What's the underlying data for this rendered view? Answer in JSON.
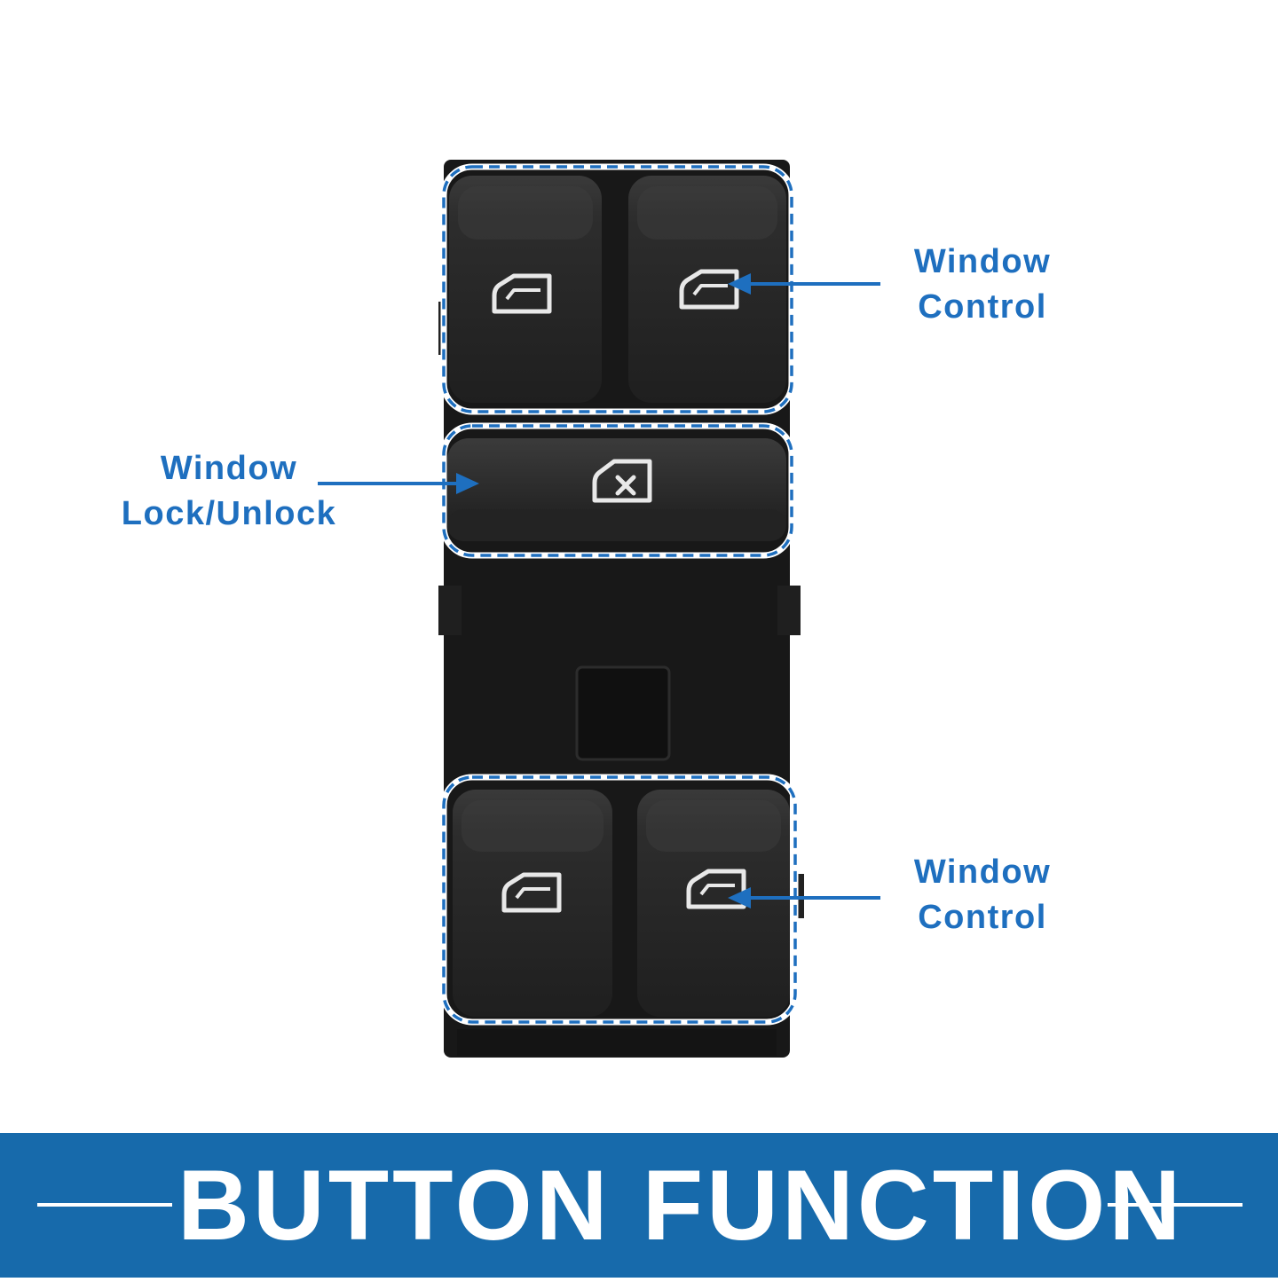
{
  "callouts": {
    "top_right": {
      "line1": "Window",
      "line2": "Control"
    },
    "middle_left": {
      "line1": "Window",
      "line2": "Lock/Unlock"
    },
    "bottom_right": {
      "line1": "Window",
      "line2": "Control"
    }
  },
  "banner": {
    "title": "BUTTON FUNCTION"
  },
  "colors": {
    "accent_blue": "#1e6fbf",
    "banner_blue": "#176aab",
    "switch_body": "#1c1c1c",
    "button_face": "#2a2a2a",
    "icon_stroke": "#e6e6e6"
  },
  "icons": {
    "window_buttons": "car-door-window-icon",
    "lock_button": "window-lock-icon"
  }
}
